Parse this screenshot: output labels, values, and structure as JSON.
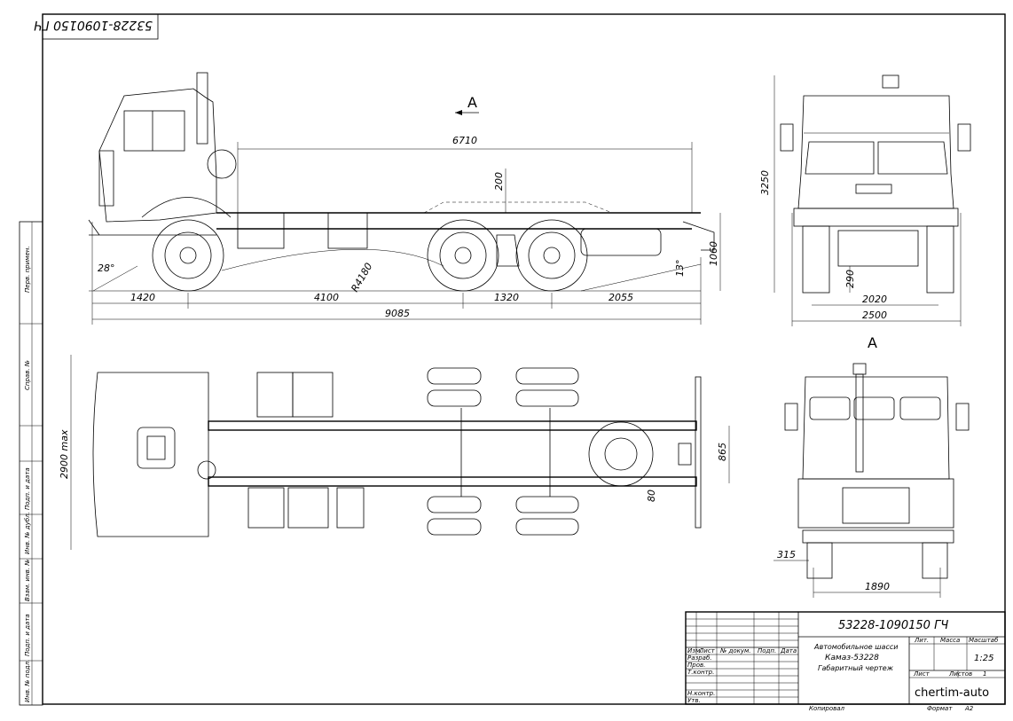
{
  "drawing": {
    "designation": "53228-1090150 ГЧ",
    "view_label": "A",
    "title_lines": [
      "Автомобильное шасси",
      "Камаз-53228",
      "Габаритный чертеж"
    ],
    "scale": "1:25",
    "sheet_label": "Лист",
    "sheets_label": "Листов",
    "sheets_value": "1",
    "author": "chertim-auto",
    "copied_label": "Копировал",
    "format_label": "Формат",
    "format_value": "A2",
    "header_cols": [
      "Лит.",
      "Масса",
      "Масштаб"
    ],
    "rev_cols": [
      "Изм.",
      "Лист",
      "№ докум.",
      "Подп.",
      "Дата"
    ],
    "sign_rows": [
      "Разраб.",
      "Пров.",
      "Т.контр.",
      "Н.контр.",
      "Утв."
    ]
  },
  "side_strip": [
    "Перв. примен.",
    "Справ. №",
    "Подп. и дата",
    "Инв. № дубл.",
    "Взам. инв. №",
    "Подп. и дата",
    "Инв. № подл."
  ],
  "dimensions": {
    "side": {
      "length_frame": "6710",
      "h200": "200",
      "h1060": "1060",
      "angle_front": "28°",
      "angle_rear": "13°",
      "radius": "R4180",
      "base1": "1420",
      "base2": "4100",
      "base3": "1320",
      "base4": "2055",
      "overall": "9085"
    },
    "front": {
      "height": "3250",
      "h290": "290",
      "track": "2020",
      "width": "2500"
    },
    "top": {
      "width_max": "2900 max",
      "w865": "865",
      "w80": "80"
    },
    "rear": {
      "w315": "315",
      "track_rear": "1890"
    }
  }
}
